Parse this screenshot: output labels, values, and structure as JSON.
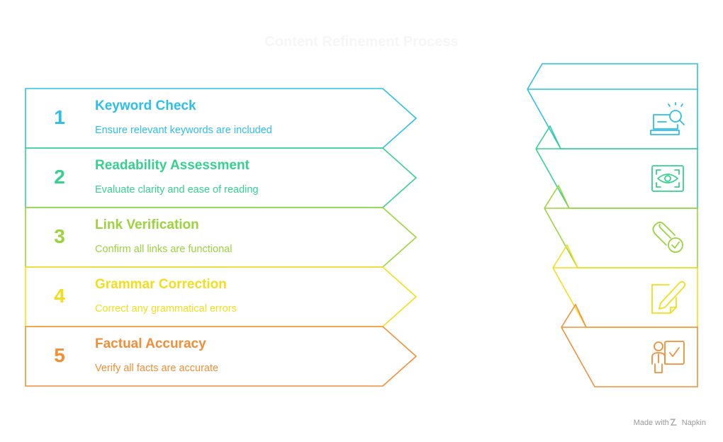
{
  "title": "Content Refinement Process",
  "steps": [
    {
      "number": "1",
      "heading": "Keyword Check",
      "description": "Ensure relevant keywords are included",
      "color": "#2ebfe7",
      "icon": "laptop-search-icon"
    },
    {
      "number": "2",
      "heading": "Readability Assessment",
      "description": "Evaluate clarity and ease of reading",
      "color": "#36d08f",
      "icon": "eye-scan-icon"
    },
    {
      "number": "3",
      "heading": "Link Verification",
      "description": "Confirm all links are functional",
      "color": "#9bd33c",
      "icon": "paperclip-check-icon"
    },
    {
      "number": "4",
      "heading": "Grammar Correction",
      "description": "Correct any grammatical errors",
      "color": "#f4dd1c",
      "icon": "pen-paper-icon"
    },
    {
      "number": "5",
      "heading": "Factual Accuracy",
      "description": "Verify all facts are accurate",
      "color": "#f08f38",
      "icon": "person-check-icon"
    }
  ],
  "footer": {
    "made_with": "Made with",
    "brand": "Napkin"
  }
}
